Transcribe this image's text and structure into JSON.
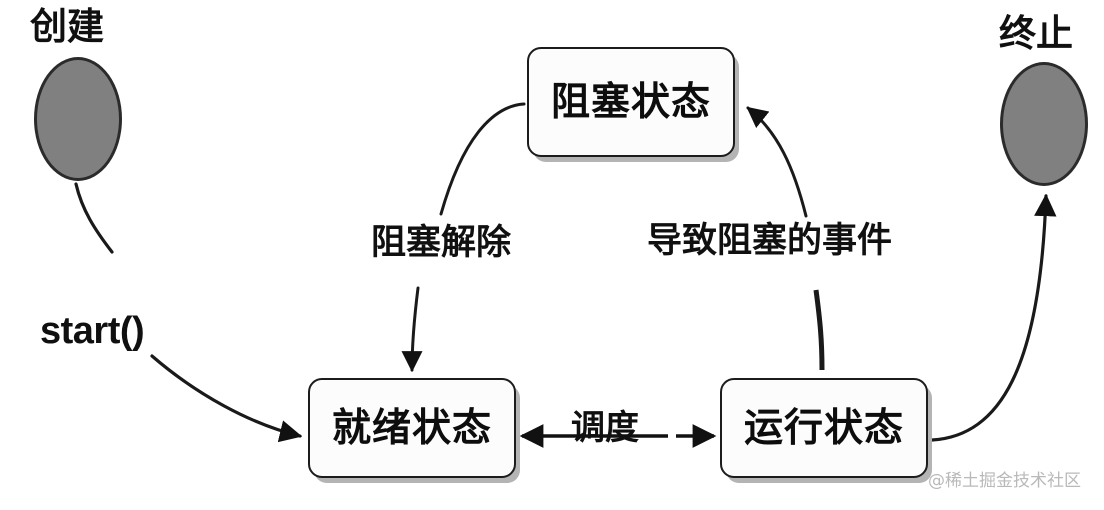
{
  "diagram": {
    "title": "Thread lifecycle state diagram",
    "background_color": "#ffffff",
    "stroke_color": "#1c1c1c",
    "node_fill_color": "#808080",
    "box_fill_color": "#fcfcfc",
    "shadow_color": "#b4b4b4"
  },
  "nodes": {
    "create": {
      "caption": "创建",
      "shape": "ellipse",
      "fill": "#808080"
    },
    "terminate": {
      "caption": "终止",
      "shape": "ellipse",
      "fill": "#808080"
    },
    "blocked": {
      "label": "阻塞状态",
      "shape": "rounded-rect"
    },
    "ready": {
      "label": "就绪状态",
      "shape": "rounded-rect"
    },
    "running": {
      "label": "运行状态",
      "shape": "rounded-rect"
    }
  },
  "edges": {
    "start": {
      "label": "start()",
      "from": "create",
      "to": "ready"
    },
    "unblock": {
      "label": "阻塞解除",
      "from": "blocked",
      "to": "ready"
    },
    "block_event": {
      "label": "导致阻塞的事件",
      "from": "running",
      "to": "blocked"
    },
    "schedule": {
      "label": "调度",
      "from": "ready",
      "to": "running",
      "bidirectional": true
    },
    "exit": {
      "label": "",
      "from": "running",
      "to": "terminate"
    }
  },
  "watermark": {
    "text": "@稀土掘金技术社区"
  }
}
